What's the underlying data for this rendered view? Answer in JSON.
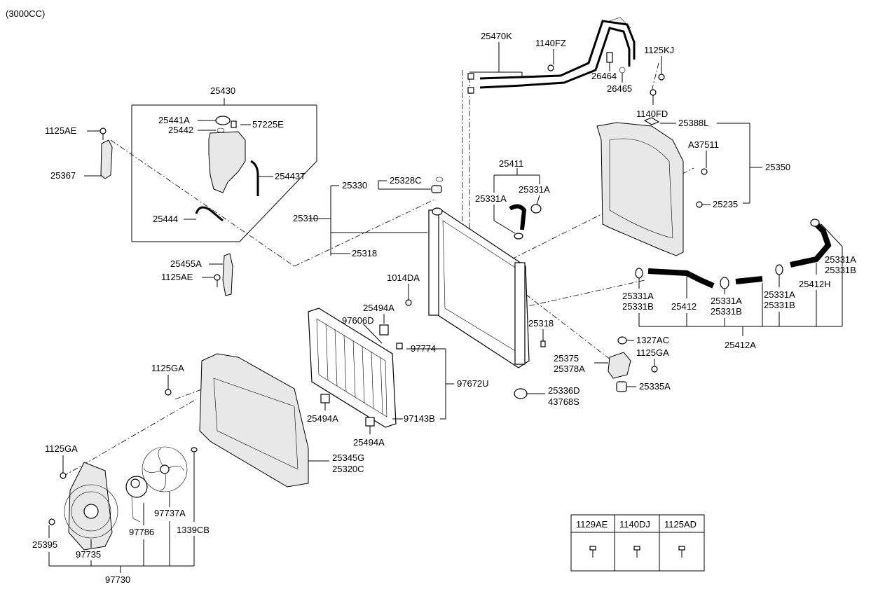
{
  "engine": "(3000CC)",
  "labels": {
    "l25470K": "25470K",
    "l1140FZ": "1140FZ",
    "l1125KJ": "1125KJ",
    "l26464": "26464",
    "l26465": "26465",
    "l1140FD": "1140FD",
    "l25388L": "25388L",
    "lA37511": "A37511",
    "l25350": "25350",
    "l25235": "25235",
    "l25430": "25430",
    "l25441A": "25441A",
    "l57225E": "57225E",
    "l25442": "25442",
    "l1125AE_top": "1125AE",
    "l25367": "25367",
    "l25443T": "25443T",
    "l25444": "25444",
    "l25455A": "25455A",
    "l1125AE_bot": "1125AE",
    "l25411": "25411",
    "l25331A_a": "25331A",
    "l25331A_b": "25331A",
    "l25330": "25330",
    "l25328C": "25328C",
    "l25310": "25310",
    "l25318_top": "25318",
    "l1014DA": "1014DA",
    "l25494A_top": "25494A",
    "l97606D": "97606D",
    "l97774": "97774",
    "l97672U": "97672U",
    "l97143B": "97143B",
    "l25494A_mid": "25494A",
    "l25494A_bot": "25494A",
    "l25318_mid": "25318",
    "l25336D": "25336D",
    "l43768S": "43768S",
    "l25331A_r1": "25331A",
    "l25331B_r1": "25331B",
    "l25412H": "25412H",
    "l25331A_r2": "25331A",
    "l25331B_r2": "25331B",
    "l25412": "25412",
    "l25331A_r3": "25331A",
    "l25331B_r3": "25331B",
    "l25331A_r4": "25331A",
    "l25331B_r4": "25331B",
    "l25412A": "25412A",
    "l1327AC": "1327AC",
    "l25375": "25375",
    "l25378A": "25378A",
    "l1125GA_r": "1125GA",
    "l25335A": "25335A",
    "l1125GA_l": "1125GA",
    "l25345G": "25345G",
    "l25320C": "25320C",
    "l1125GA_fan": "1125GA",
    "l97737A": "97737A",
    "l1339CB": "1339CB",
    "l97786": "97786",
    "l25395": "25395",
    "l97735": "97735",
    "l97730": "97730"
  },
  "legend_table": {
    "headers": [
      "1129AE",
      "1140DJ",
      "1125AD"
    ]
  }
}
